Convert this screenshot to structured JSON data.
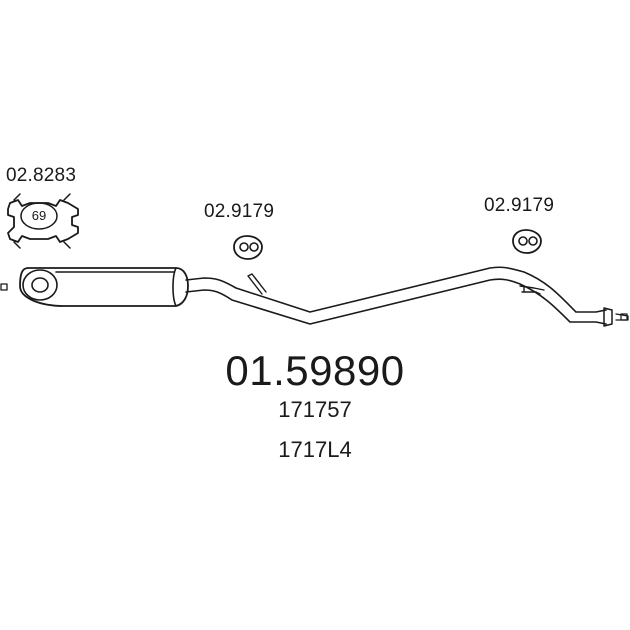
{
  "parts": {
    "clamp": {
      "number": "02.8283",
      "size": "69"
    },
    "hanger_front": {
      "number": "02.9179"
    },
    "hanger_rear": {
      "number": "02.9179"
    }
  },
  "assembly": {
    "part_number": "01.59890",
    "references": [
      "171757",
      "1717L4"
    ]
  },
  "colors": {
    "line": "#1a1a1a",
    "background": "#ffffff"
  }
}
